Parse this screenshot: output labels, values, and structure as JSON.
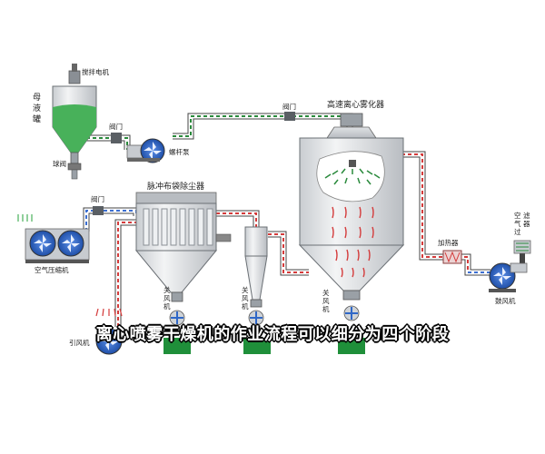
{
  "labels": {
    "mixer_motor": "搅拌电机",
    "mother_tank": "母液罐",
    "ball_valve": "球阀",
    "valve_feed": "阀门",
    "screw_pump": "螺杆泵",
    "valve_top": "阀门",
    "atomizer": "高速离心雾化器",
    "bag_filter": "脉冲布袋除尘器",
    "valve_left": "阀门",
    "air_compressor": "空气压缩机",
    "induced_fan": "引风机",
    "rotary_valve_1": "关风机",
    "rotary_valve_2": "关风机",
    "rotary_valve_3": "关风机",
    "heater": "加热器",
    "air_filter": "空气过滤器",
    "blower": "鼓风机"
  },
  "caption": "离心喷雾干燥机的作业流程可以细分为四个阶段",
  "colors": {
    "pipe_fill": "#ffffff",
    "pipe_dash": "#2a8a3c",
    "pipe_red": "#d43b3b",
    "pipe_blue": "#3c6fd1",
    "vessel": "#e6e8ea",
    "liquid": "#48b15a",
    "fan_blue": "#2f67c7",
    "collector_green": "#1f8f3a"
  }
}
